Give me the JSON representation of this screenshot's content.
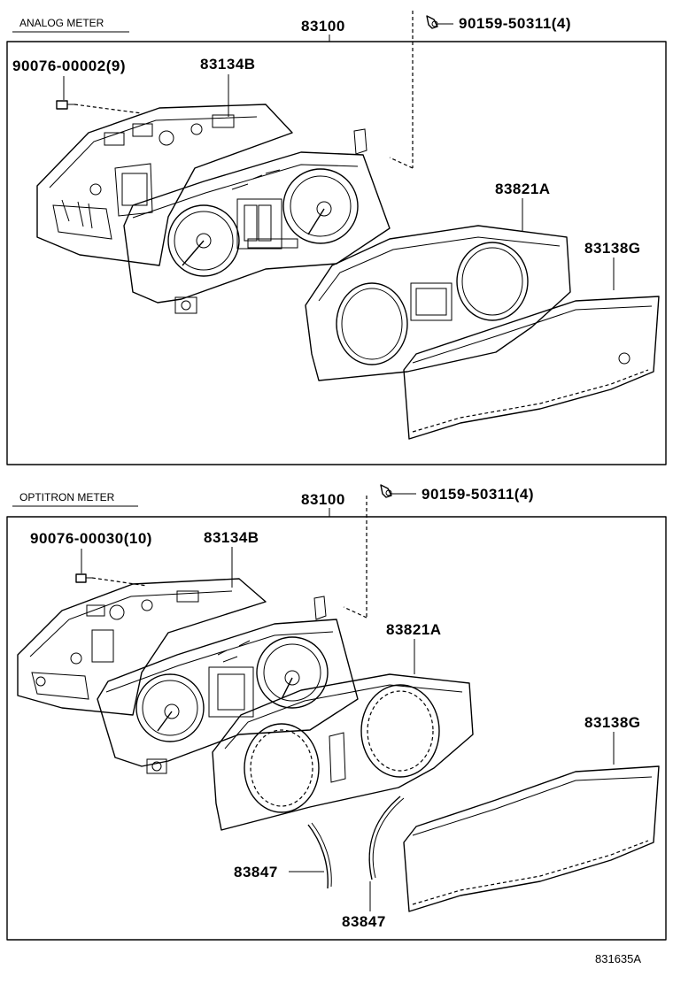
{
  "sections": [
    {
      "title": "ANALOG METER",
      "assembly": "83100",
      "screw": "90159-50311(4)",
      "bolt": "90076-00002(9)",
      "case": "83134B",
      "plate": "83821A",
      "glass": "83138G"
    },
    {
      "title": "OPTITRON METER",
      "assembly": "83100",
      "screw": "90159-50311(4)",
      "bolt": "90076-00030(10)",
      "case": "83134B",
      "plate": "83821A",
      "glass": "83138G",
      "light_pipe_left": "83847",
      "light_pipe_right": "83847"
    }
  ],
  "figure_code": "831635A"
}
